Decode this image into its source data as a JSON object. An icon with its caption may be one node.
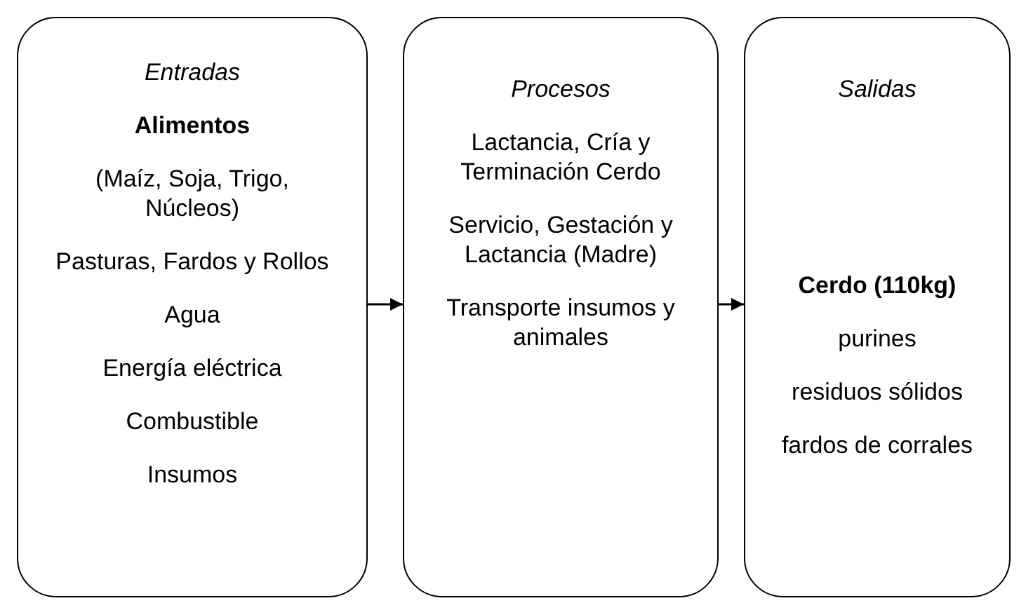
{
  "diagram": {
    "nodes": [
      {
        "text": [
          "Entradas",
          "Alimentos",
          "(Maíz, Soja, Trigo, Núcleos)",
          "Pasturas, Fardos y Rollos",
          "Agua",
          "Energía eléctrica",
          "Combustible",
          "Insumos"
        ]
      },
      {
        "text": [
          "Procesos",
          "Lactancia, Cría y Terminación Cerdo",
          "Servicio, Gestación y Lactancia (Madre)",
          "Transporte insumos y animales"
        ]
      },
      {
        "text": [
          "Salidas",
          "Cerdo (110kg)",
          "purines",
          "residuos sólidos",
          "fardos de corrales"
        ]
      }
    ],
    "edges": [
      {
        "from": 0,
        "to": 1,
        "arrow": "to"
      },
      {
        "from": 1,
        "to": 2,
        "arrow": "to"
      }
    ]
  }
}
